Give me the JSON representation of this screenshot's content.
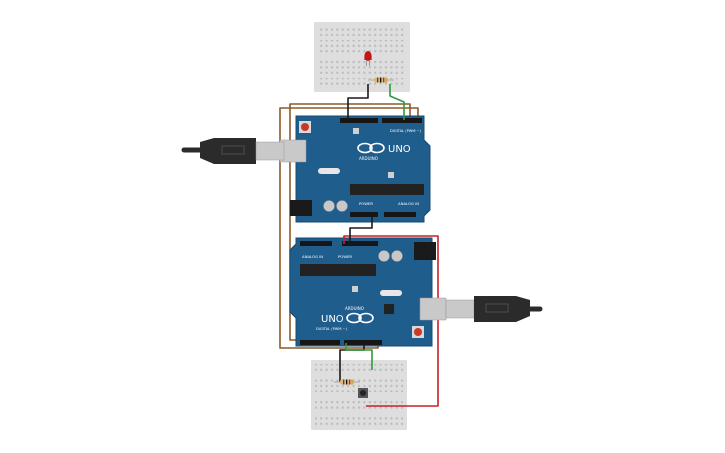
{
  "canvas": {
    "background": "#ffffff"
  },
  "colors": {
    "board": "#1f5d8c",
    "board_edge": "#174a70",
    "breadboard": "#dedede",
    "hole": "#b9b9b9",
    "wire_black": "#1a1a1a",
    "wire_green": "#2e9a3a",
    "wire_brown": "#8a5a2b",
    "wire_red": "#c8202a",
    "led_red": "#c81414",
    "usb_plug": "#2b2b2b",
    "usb_metal": "#c9c9c9",
    "chip": "#222222",
    "header": "#161616",
    "reset_button": "#c63a2a"
  },
  "boards": [
    {
      "name": "arduino-uno-top",
      "logo_text": "UNO",
      "brand_text": "ARDUINO",
      "digital_label": "DIGITAL (PWM ~)",
      "power_label": "POWER",
      "analog_label": "ANALOG IN",
      "orientation": "normal"
    },
    {
      "name": "arduino-uno-bottom",
      "logo_text": "UNO",
      "brand_text": "ARDUINO",
      "digital_label": "DIGITAL (PWM ~)",
      "power_label": "POWER",
      "analog_label": "ANALOG IN",
      "orientation": "rotated-180"
    }
  ],
  "components": {
    "led": {
      "name": "red-led",
      "icon": "led-icon"
    },
    "resistor_top": {
      "name": "resistor",
      "icon": "resistor-icon"
    },
    "resistor_bottom": {
      "name": "resistor",
      "icon": "resistor-icon"
    },
    "pushbutton": {
      "name": "pushbutton",
      "icon": "pushbutton-icon"
    },
    "usb_top": {
      "name": "usb-cable",
      "icon": "usb-plug-icon"
    },
    "usb_bottom": {
      "name": "usb-cable",
      "icon": "usb-plug-icon"
    }
  }
}
